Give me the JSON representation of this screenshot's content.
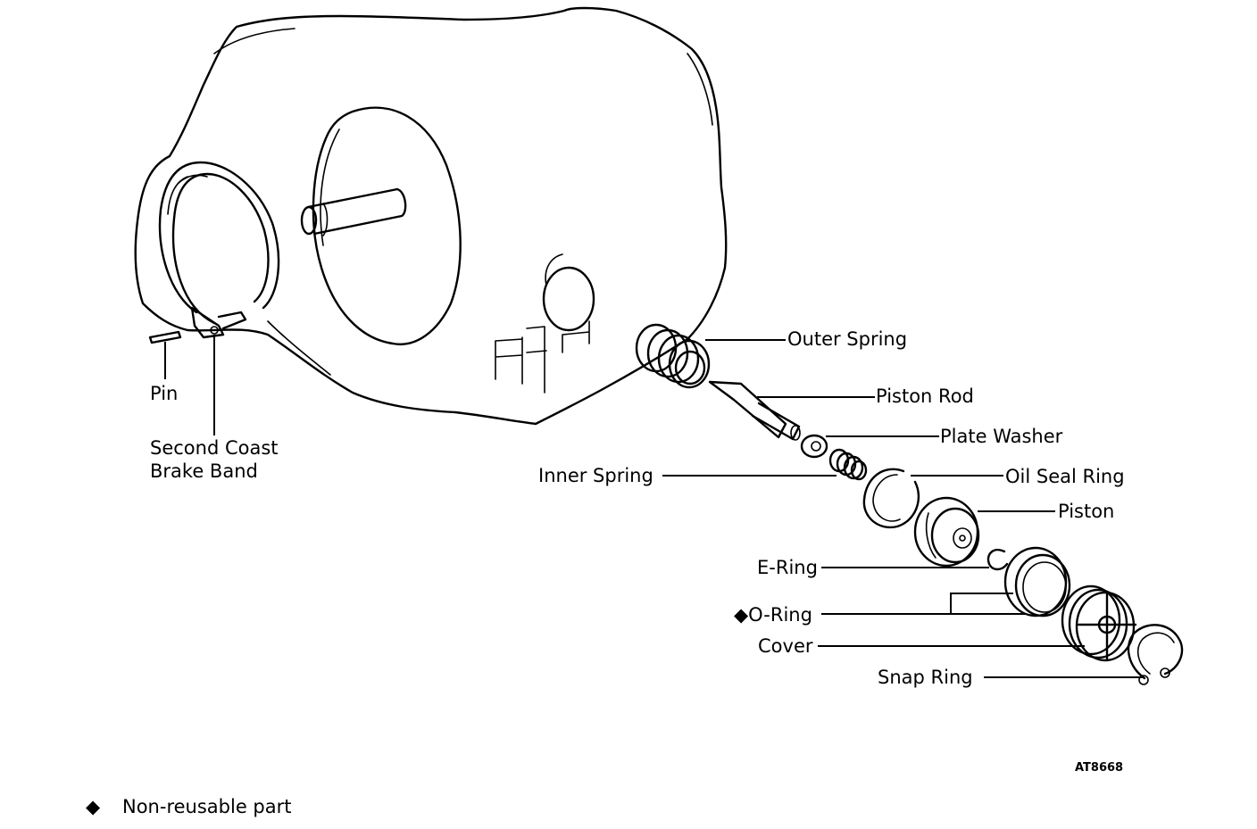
{
  "labels": {
    "outer_spring": "Outer Spring",
    "piston_rod": "Piston Rod",
    "plate_washer": "Plate Washer",
    "inner_spring": "Inner Spring",
    "oil_seal_ring": "Oil Seal Ring",
    "piston": "Piston",
    "e_ring": "E-Ring",
    "o_ring": "O-Ring",
    "cover": "Cover",
    "snap_ring": "Snap Ring",
    "pin": "Pin",
    "brake_band_line1": "Second Coast",
    "brake_band_line2": "Brake Band"
  },
  "figure_code": "AT8668",
  "legend": {
    "symbol": "◆",
    "text": "Non-reusable part"
  },
  "o_ring_marker": "◆"
}
